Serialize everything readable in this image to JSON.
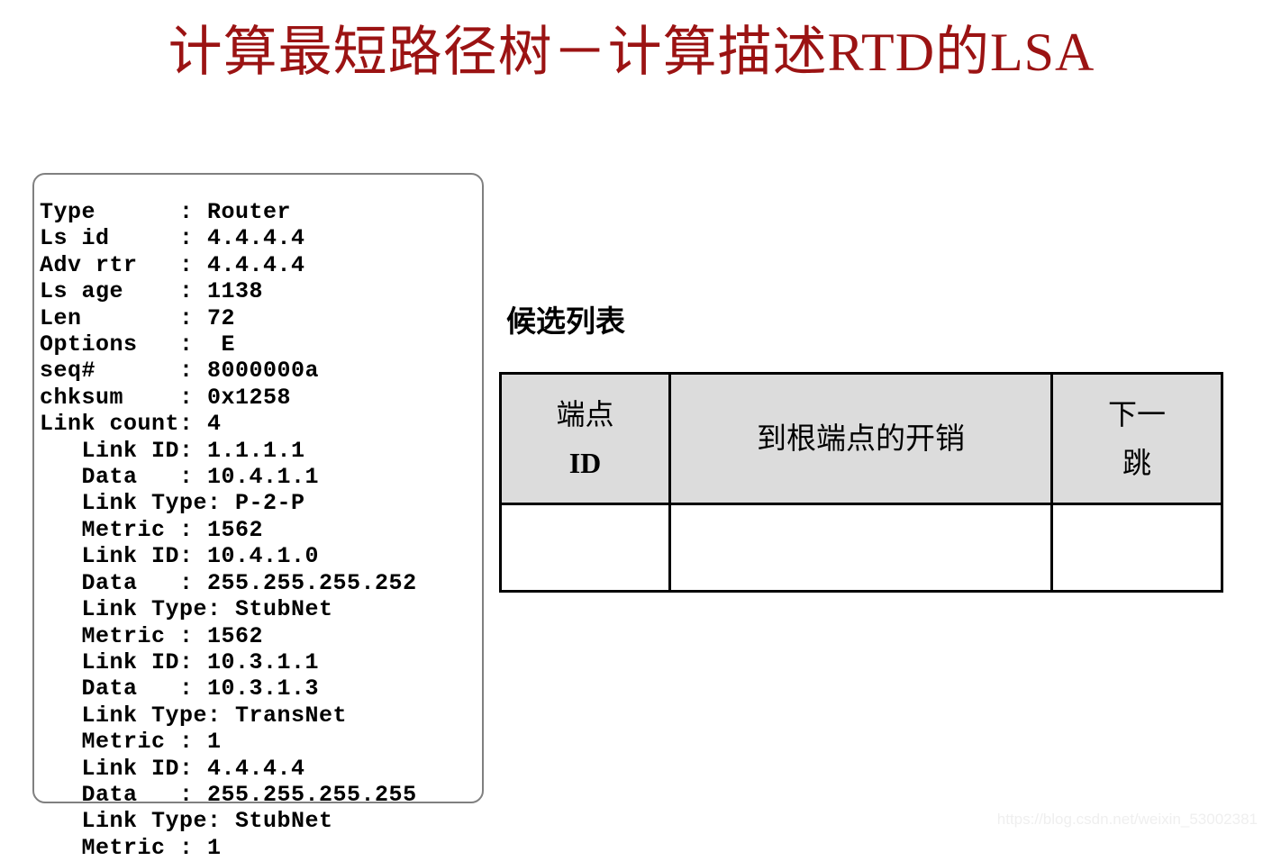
{
  "slide": {
    "title": "计算最短路径树－计算描述RTD的LSA",
    "title_color": "#9b1313",
    "background_color": "#ffffff"
  },
  "lsa_panel": {
    "name": "lsa-detail-box",
    "border_color": "#808080",
    "text": "Type      : Router\nLs id     : 4.4.4.4\nAdv rtr   : 4.4.4.4\nLs age    : 1138\nLen       : 72\nOptions   :  E\nseq#      : 8000000a\nchksum    : 0x1258\nLink count: 4\n   Link ID: 1.1.1.1\n   Data   : 10.4.1.1\n   Link Type: P-2-P\n   Metric : 1562\n   Link ID: 10.4.1.0\n   Data   : 255.255.255.252\n   Link Type: StubNet\n   Metric : 1562\n   Link ID: 10.3.1.1\n   Data   : 10.3.1.3\n   Link Type: TransNet\n   Metric : 1\n   Link ID: 4.4.4.4\n   Data   : 255.255.255.255\n   Link Type: StubNet\n   Metric : 1",
    "fields": [
      {
        "label": "Type",
        "value": "Router"
      },
      {
        "label": "Ls id",
        "value": "4.4.4.4"
      },
      {
        "label": "Adv rtr",
        "value": "4.4.4.4"
      },
      {
        "label": "Ls age",
        "value": "1138"
      },
      {
        "label": "Len",
        "value": "72"
      },
      {
        "label": "Options",
        "value": "E"
      },
      {
        "label": "seq#",
        "value": "8000000a"
      },
      {
        "label": "chksum",
        "value": "0x1258"
      },
      {
        "label": "Link count",
        "value": "4"
      }
    ],
    "links": [
      {
        "link_id": "1.1.1.1",
        "data": "10.4.1.1",
        "link_type": "P-2-P",
        "metric": "1562"
      },
      {
        "link_id": "10.4.1.0",
        "data": "255.255.255.252",
        "link_type": "StubNet",
        "metric": "1562"
      },
      {
        "link_id": "10.3.1.1",
        "data": "10.3.1.3",
        "link_type": "TransNet",
        "metric": "1"
      },
      {
        "link_id": "4.4.4.4",
        "data": "255.255.255.255",
        "link_type": "StubNet",
        "metric": "1"
      }
    ]
  },
  "candidate_list": {
    "heading": "候选列表",
    "header_background": "#dcdcdc",
    "border_color": "#000000",
    "columns": [
      {
        "line1": "端点",
        "line2": "ID"
      },
      {
        "line1": "到根端点的开销",
        "line2": ""
      },
      {
        "line1": "下一",
        "line2": "跳"
      }
    ],
    "rows": [
      {
        "endpoint_id": "",
        "cost_to_root": "",
        "next_hop": ""
      }
    ]
  },
  "watermark": {
    "text": "https://blog.csdn.net/weixin_53002381"
  }
}
